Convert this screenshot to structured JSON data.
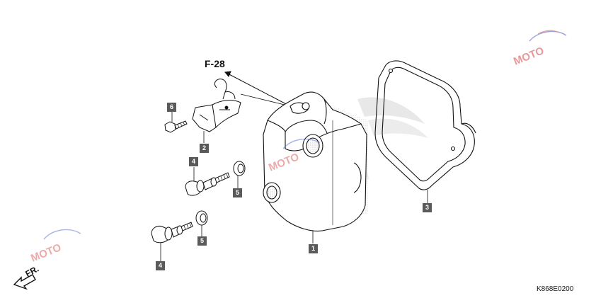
{
  "reference": {
    "label": "F-28"
  },
  "direction": {
    "label": "FR."
  },
  "diagram_code": "K868E0200",
  "callouts": {
    "c6": "6",
    "c2": "2",
    "c4a": "4",
    "c5a": "5",
    "c5b": "5",
    "c4b": "4",
    "c1": "1",
    "c3": "3"
  },
  "watermark": {
    "brand_text": "MOTO",
    "colors": {
      "red": "#d64545",
      "blue": "#4a5fc8"
    }
  }
}
